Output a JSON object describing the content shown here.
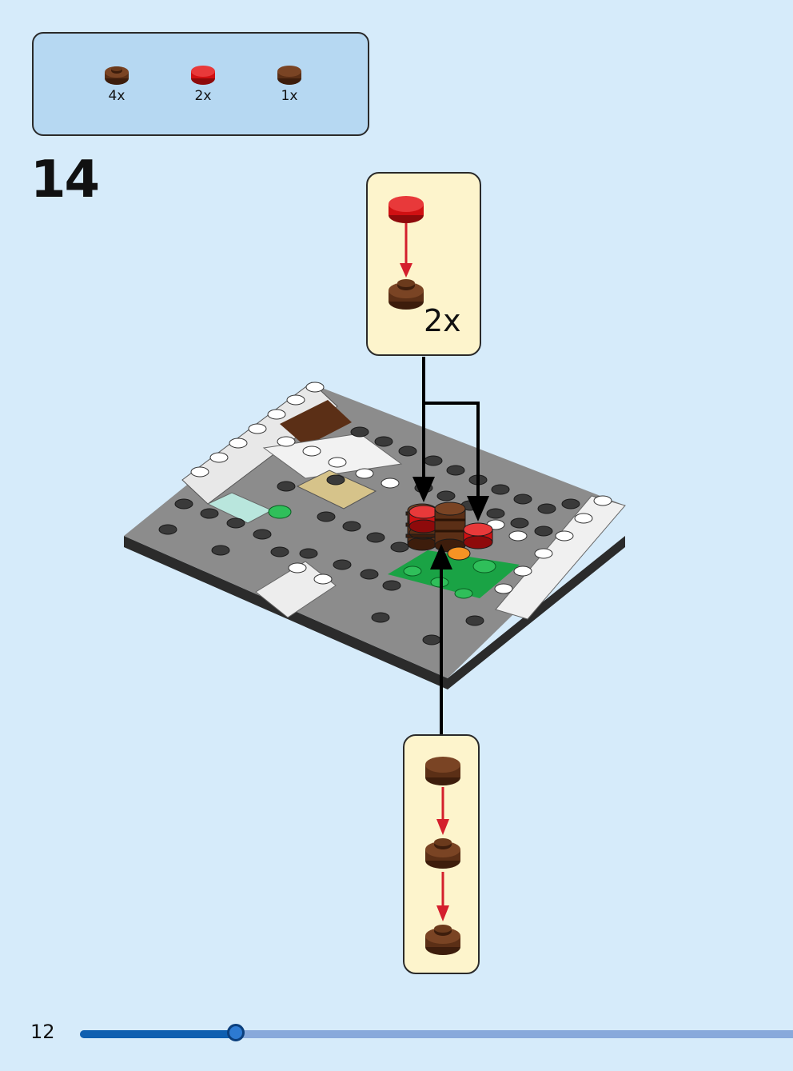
{
  "parts_list": [
    {
      "name": "brown-round-plate",
      "color": "#5b2f16",
      "quantity": "4x"
    },
    {
      "name": "red-round-tile",
      "color": "#d01012",
      "quantity": "2x"
    },
    {
      "name": "brown-round-tile",
      "color": "#5b2f16",
      "quantity": "1x"
    }
  ],
  "step": {
    "number": "14"
  },
  "callout_top": {
    "quantity": "2x"
  },
  "page": {
    "number": "12",
    "progress": 0.22
  },
  "colors": {
    "background": "#d6ebfa",
    "parts_box": "#b6d8f2",
    "callout": "#fdf4cc",
    "arrow_red": "#d41f2d",
    "progress_fill": "#0f5fb0",
    "progress_track": "#88a9db"
  }
}
